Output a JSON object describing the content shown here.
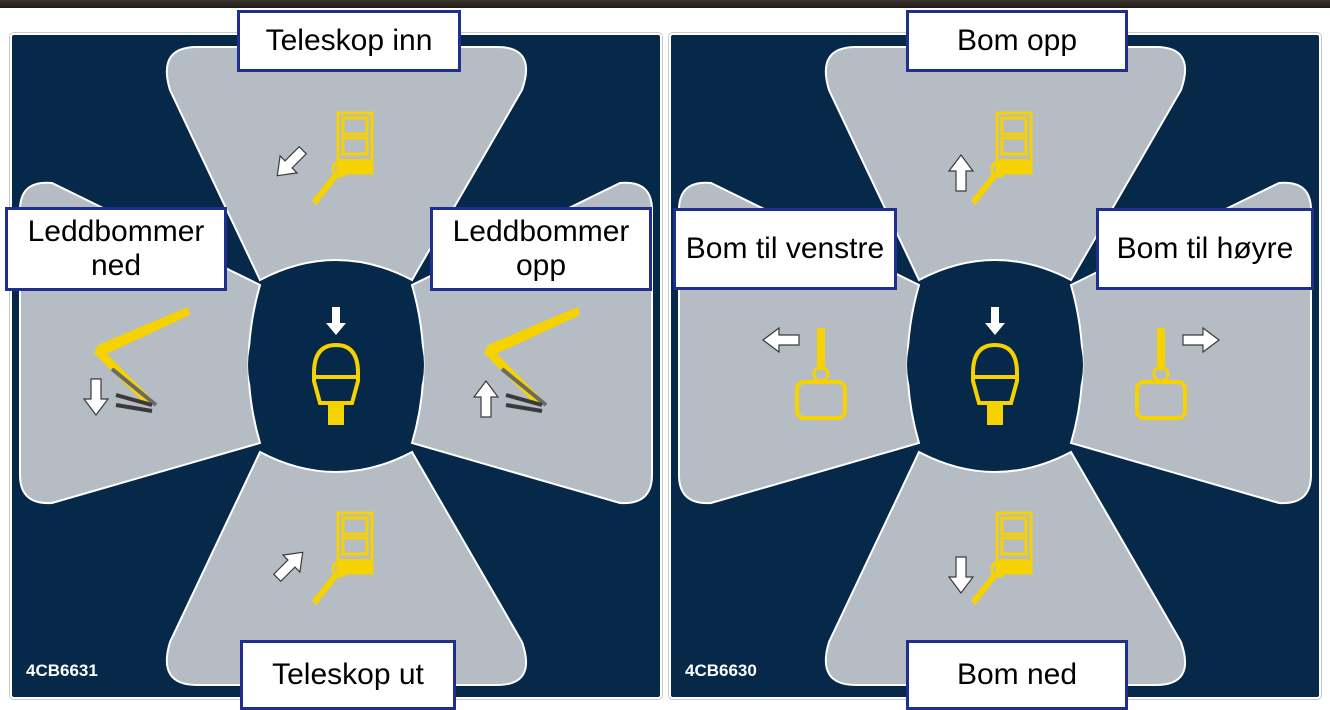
{
  "colors": {
    "background": "#06294a",
    "petal": "#b6bcc4",
    "symbol_yellow": "#f6d200",
    "label_border": "#1f2f8f"
  },
  "left_panel": {
    "code": "4CB6631",
    "labels": {
      "top": "Teleskop inn",
      "left": "Leddbommer\nned",
      "right": "Leddbommer\nopp",
      "bottom": "Teleskop ut"
    },
    "icons": {
      "top": "telescope-in-icon",
      "left": "jib-down-icon",
      "right": "jib-up-icon",
      "bottom": "telescope-out-icon",
      "center": "joystick-press-icon"
    }
  },
  "right_panel": {
    "code": "4CB6630",
    "labels": {
      "top": "Bom opp",
      "left": "Bom til venstre",
      "right": "Bom til høyre",
      "bottom": "Bom ned"
    },
    "icons": {
      "top": "boom-up-icon",
      "left": "boom-left-icon",
      "right": "boom-right-icon",
      "bottom": "boom-down-icon",
      "center": "joystick-press-icon"
    }
  }
}
